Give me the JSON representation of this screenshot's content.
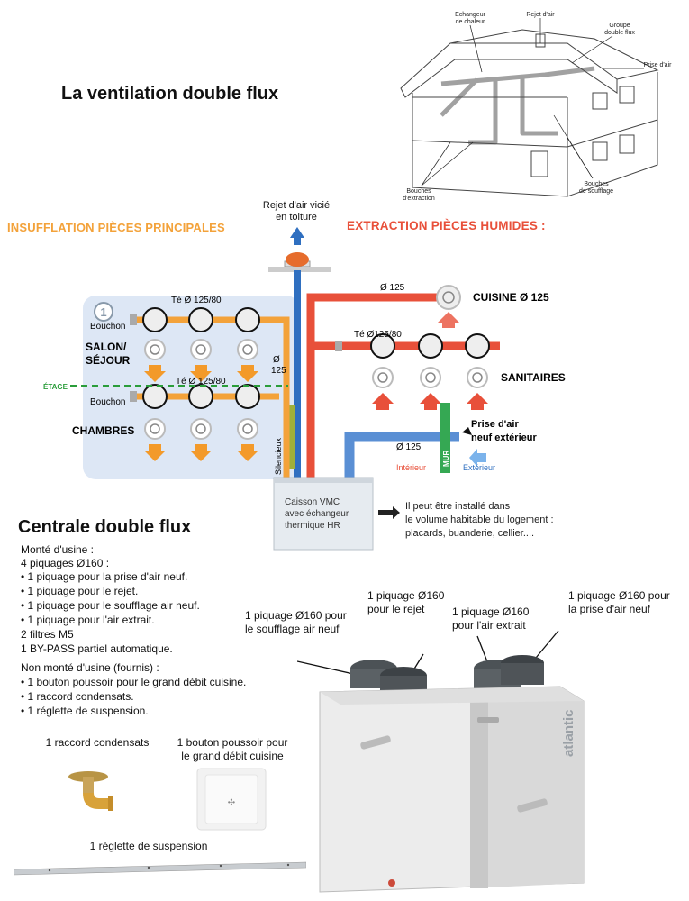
{
  "title": "La ventilation double flux",
  "house": {
    "labels": {
      "echangeur": "Echangeur\nde chaleur",
      "rejet": "Rejet d'air",
      "groupe": "Groupe\ndouble flux",
      "prise": "Prise d'air",
      "bouches_extraction": "Bouches\nd'extraction",
      "bouches_soufflage": "Bouches\nde soufflage"
    }
  },
  "schema": {
    "insufflation_title": "INSUFFLATION PIÈCES PRINCIPALES",
    "extraction_title": "EXTRACTION PIÈCES HUMIDES :",
    "rejet_label": "Rejet d'air vicié\nen toiture",
    "badge": "1",
    "bouchon_1": "Bouchon",
    "bouchon_2": "Bouchon",
    "te_1": "Té Ø 125/80",
    "te_2": "Té Ø 125/80",
    "te_3": "Té Ø125/80",
    "salon": "SALON/\nSÉJOUR",
    "chambres": "CHAMBRES",
    "etage": "ÉTAGE",
    "diam_vertical": "Ø\n125",
    "silencieux": "Silencieux",
    "diam_top": "Ø 125",
    "cuisine": "CUISINE Ø 125",
    "sanitaires": "SANITAIRES",
    "prise_air": "Prise d'air\nneuf extérieur",
    "diam_prise": "Ø 125",
    "mur": "MUR",
    "interieur": "Intérieur",
    "exterieur": "Extérieur",
    "caisson": "Caisson VMC\navec échangeur\nthermique HR",
    "caisson_note": "Il peut être installé dans\nle volume habitable du logement :\nplacards, buanderie, cellier...."
  },
  "centrale": {
    "title": "Centrale double flux",
    "monte_heading": "Monté d'usine :",
    "piquages_heading": "4 piquages Ø160 :",
    "monte_items": [
      "• 1 piquage pour la prise d'air neuf.",
      "• 1 piquage pour le rejet.",
      "• 1 piquage pour le soufflage air neuf.",
      "• 1 piquage pour l'air extrait."
    ],
    "filtres": "2 filtres M5",
    "bypass": "1 BY-PASS partiel automatique.",
    "non_monte_heading": "Non monté d'usine (fournis) :",
    "non_monte_items": [
      "• 1 bouton poussoir pour le grand débit cuisine.",
      "• 1 raccord condensats.",
      "• 1 réglette de suspension."
    ],
    "acc_raccord": "1 raccord condensats",
    "acc_bouton": "1 bouton poussoir  pour\nle grand débit cuisine",
    "acc_reglette": "1 réglette de suspension",
    "annot_soufflage": "1 piquage Ø160 pour\nle soufflage air neuf",
    "annot_rejet": "1 piquage Ø160\npour le rejet",
    "annot_extrait": "1 piquage Ø160\npour l'air extrait",
    "annot_prise": "1 piquage Ø160 pour\nla prise d'air neuf",
    "brand": "atlantic"
  },
  "colors": {
    "insufflation": "#f3a23a",
    "extraction": "#e8503a",
    "duct_blue": "#2f6fc0",
    "mur_green": "#35a853"
  }
}
